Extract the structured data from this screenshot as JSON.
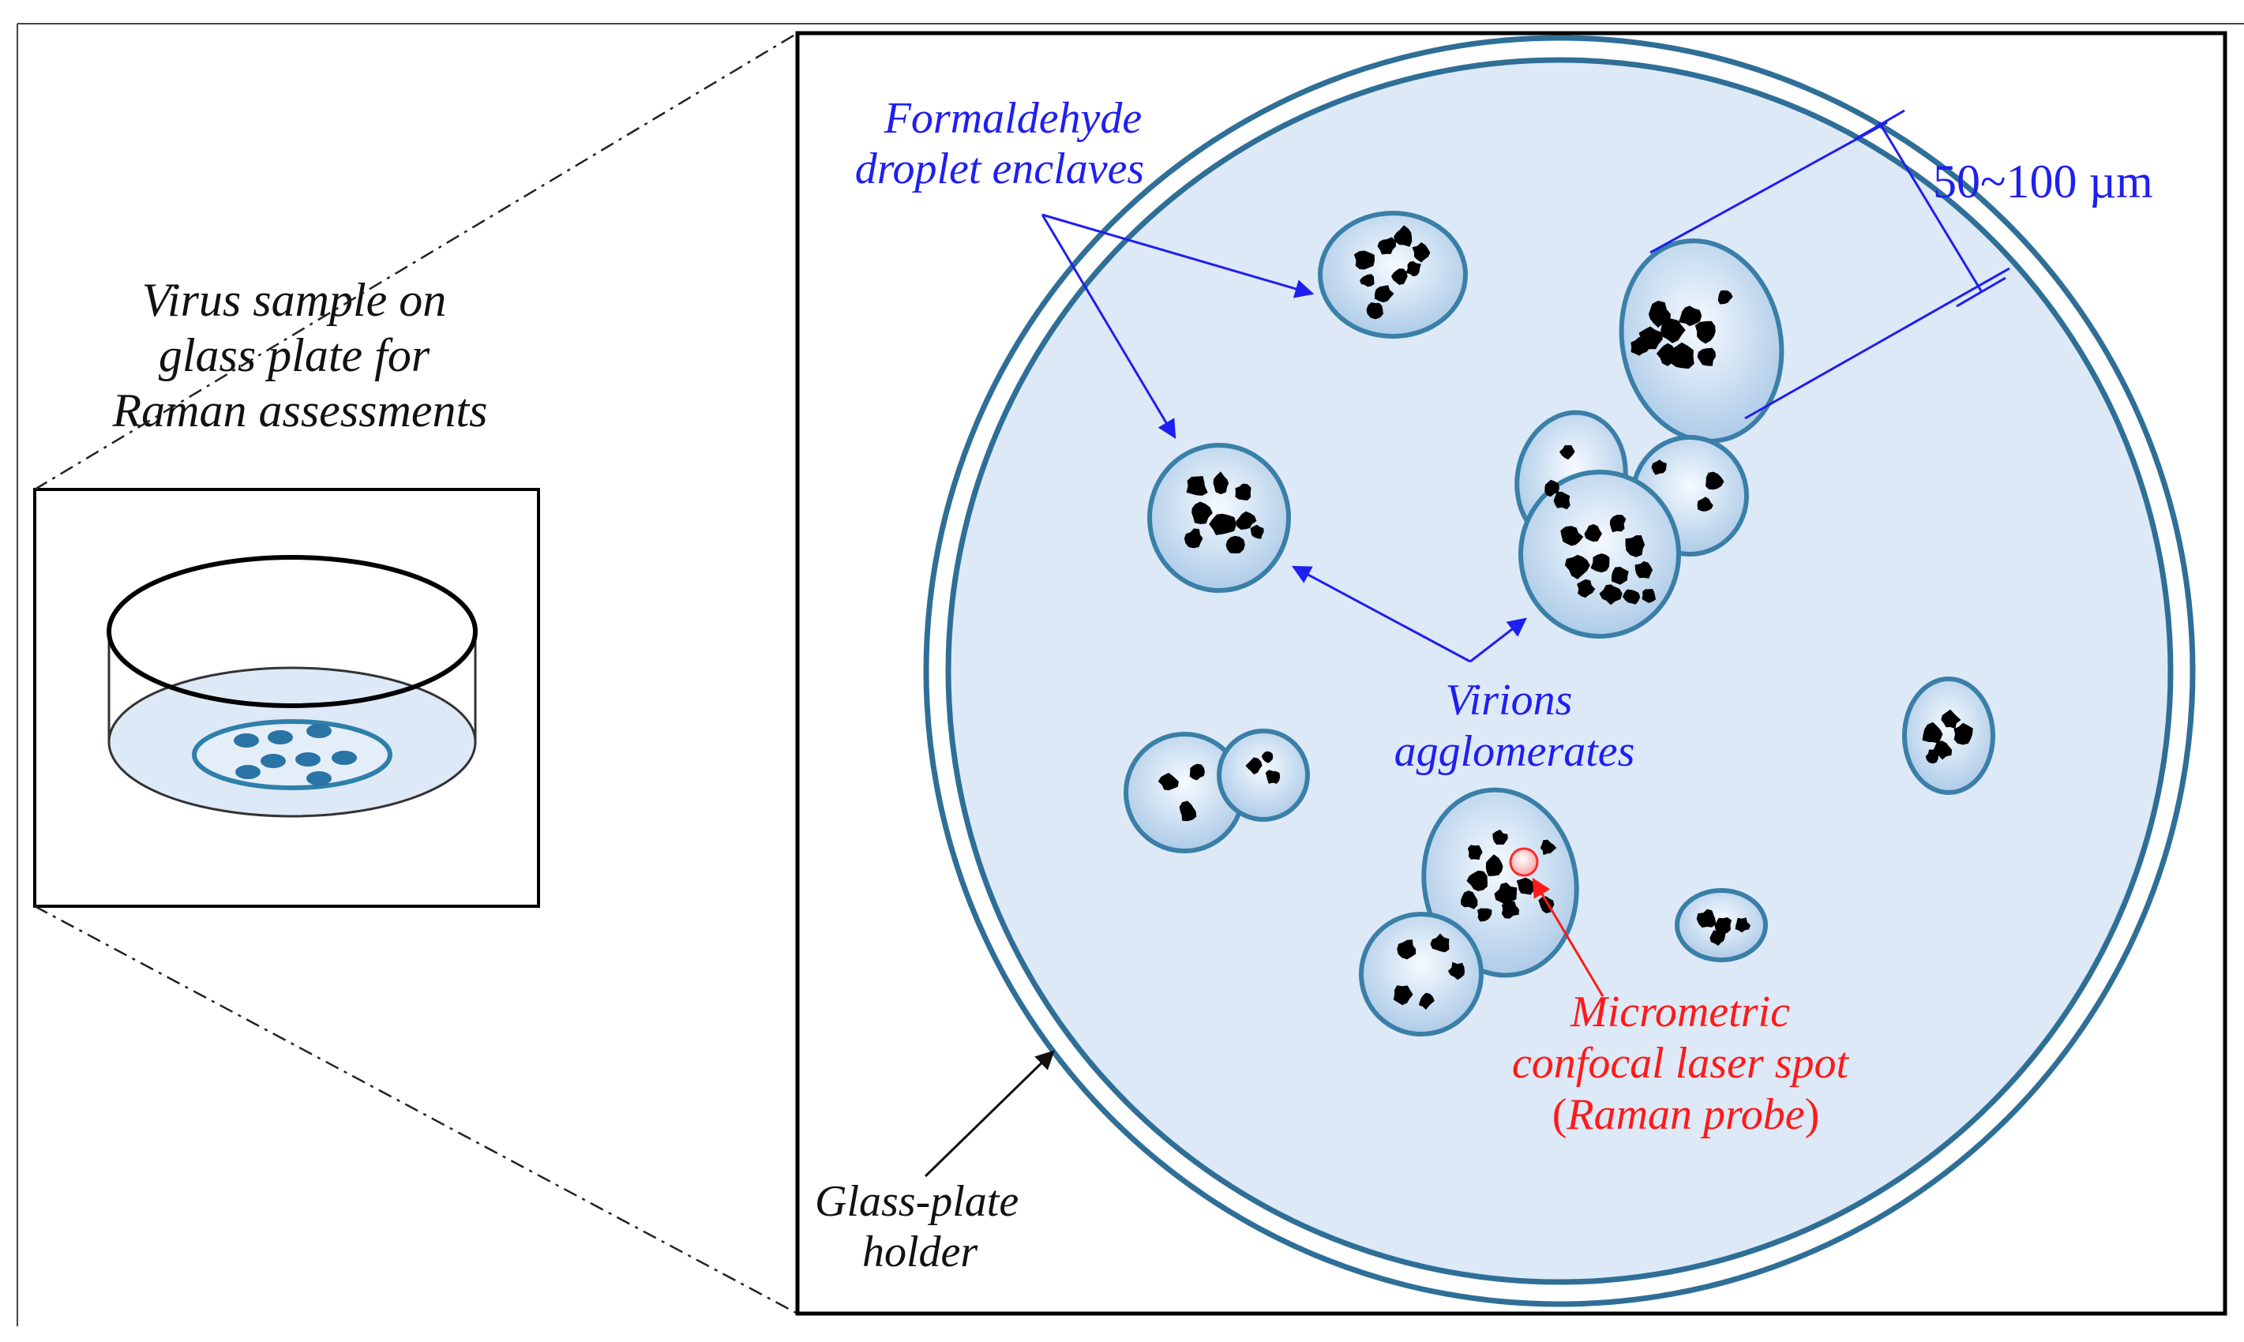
{
  "left_panel": {
    "caption_lines": [
      "Virus sample on",
      "glass plate for",
      "Raman assessments"
    ]
  },
  "labels": {
    "formaldehyde_lines": [
      "Formaldehyde",
      "droplet enclaves"
    ],
    "virions_lines": [
      "Virions",
      "agglomerates"
    ],
    "laser_lines": [
      "Micrometric",
      "confocal laser spot"
    ],
    "probe_open": "(",
    "probe_text": "Raman probe",
    "probe_close": ")",
    "holder_lines": [
      "Glass-plate",
      "holder"
    ],
    "scale": "50~100 µm"
  },
  "colors": {
    "annotation_blue": "#1f1ff0",
    "laser_red": "#ff1a1a",
    "droplet_stroke": "#3a7fa8",
    "plate_fill": "#dde9f6"
  }
}
